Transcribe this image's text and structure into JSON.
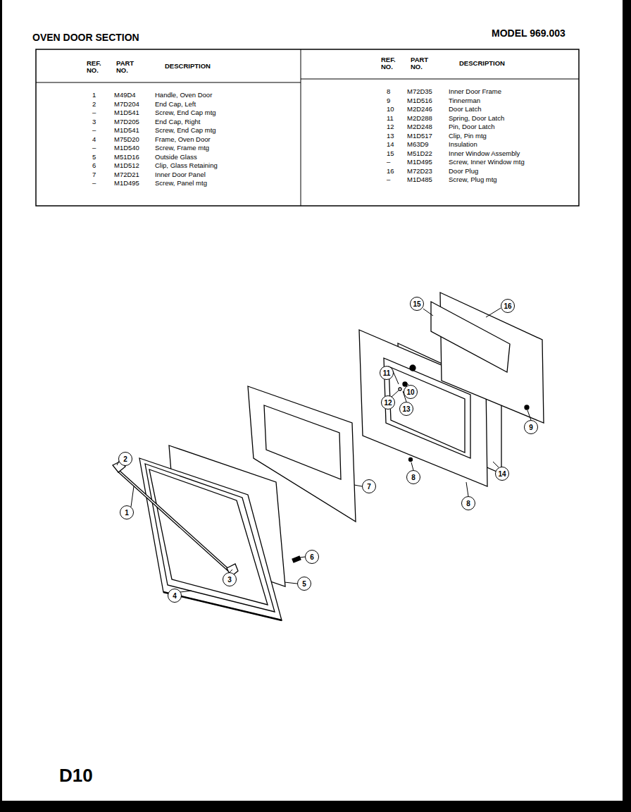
{
  "diagram": {
    "title": "OVEN DOOR SECTION",
    "nodes": [
      {
        "text": [
          "15"
        ]
      },
      {
        "text": [
          "16"
        ]
      },
      {
        "text": [
          "11"
        ]
      },
      {
        "text": [
          "10"
        ]
      },
      {
        "text": [
          "12"
        ]
      },
      {
        "text": [
          "13"
        ]
      },
      {
        "text": [
          "9"
        ]
      },
      {
        "text": [
          "2"
        ]
      },
      {
        "text": [
          "14"
        ]
      },
      {
        "text": [
          "8"
        ]
      },
      {
        "text": [
          "7"
        ]
      },
      {
        "text": [
          "8"
        ]
      },
      {
        "text": [
          "1"
        ]
      },
      {
        "text": [
          "6"
        ]
      },
      {
        "text": [
          "3"
        ]
      },
      {
        "text": [
          "5"
        ]
      },
      {
        "text": [
          "4"
        ]
      }
    ],
    "labels": [
      "MODEL 969.003",
      "REF. NO.",
      "PART NO.",
      "DESCRIPTION",
      "REF. NO.",
      "PART NO.",
      "DESCRIPTION",
      "1",
      "M49D4",
      "Handle, Oven Door",
      "2",
      "M7D204",
      "End Cap, Left",
      "–",
      "M1D541",
      "Screw, End Cap mtg",
      "3",
      "M7D205",
      "End Cap, Right",
      "–",
      "M1D541",
      "Screw, End Cap mtg",
      "4",
      "M75D20",
      "Frame, Oven Door",
      "–",
      "M1D540",
      "Screw, Frame mtg",
      "5",
      "M51D16",
      "Outside Glass",
      "6",
      "M1D512",
      "Clip, Glass Retaining",
      "7",
      "M72D21",
      "Inner Door Panel",
      "–",
      "M1D495",
      "Screw, Panel mtg",
      "8",
      "M72D35",
      "Inner Door Frame",
      "9",
      "M1D516",
      "Tinnerman",
      "10",
      "M2D246",
      "Door Latch",
      "11",
      "M2D288",
      "Spring, Door Latch",
      "12",
      "M2D248",
      "Pin, Door Latch",
      "13",
      "M1D517",
      "Clip, Pin mtg",
      "14",
      "M63D9",
      "Insulation",
      "15",
      "M51D22",
      "Inner Window Assembly",
      "–",
      "M1D495",
      "Screw, Inner Window mtg",
      "16",
      "M72D23",
      "Door Plug",
      "–",
      "M1D485",
      "Screw, Plug mtg",
      "D10"
    ]
  }
}
